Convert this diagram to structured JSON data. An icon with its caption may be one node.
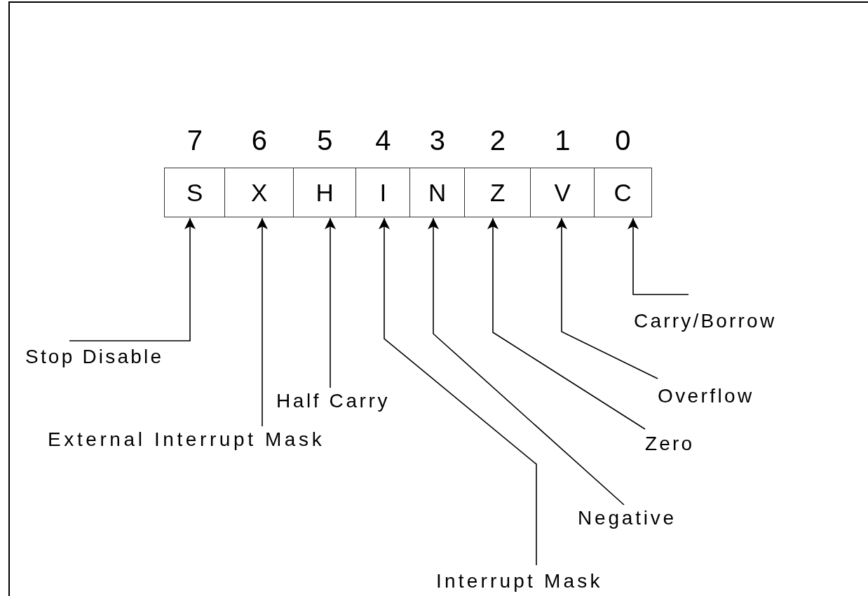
{
  "diagram": {
    "nodes": [
      {
        "text": [
          "S"
        ],
        "beside": [
          "7"
        ]
      },
      {
        "text": [
          "X"
        ],
        "beside": [
          "6"
        ]
      },
      {
        "text": [
          "H"
        ],
        "beside": [
          "5"
        ]
      },
      {
        "text": [
          "I"
        ],
        "beside": [
          "4"
        ]
      },
      {
        "text": [
          "N"
        ],
        "beside": [
          "3"
        ]
      },
      {
        "text": [
          "Z"
        ],
        "beside": [
          "2"
        ]
      },
      {
        "text": [
          "V"
        ],
        "beside": [
          "1"
        ]
      },
      {
        "text": [
          "C"
        ],
        "beside": [
          "0"
        ]
      },
      {
        "text": [
          "Stop Disable"
        ]
      },
      {
        "text": [
          "External Interrupt Mask"
        ]
      },
      {
        "text": [
          "Half Carry"
        ]
      },
      {
        "text": [
          "Interrupt Mask"
        ]
      },
      {
        "text": [
          "Negative"
        ]
      },
      {
        "text": [
          "Zero"
        ]
      },
      {
        "text": [
          "Overflow"
        ]
      },
      {
        "text": [
          "Carry/Borrow"
        ]
      }
    ],
    "edges": [
      {
        "from": 8,
        "to": 0,
        "arrow": "to"
      },
      {
        "from": 9,
        "to": 1,
        "arrow": "to"
      },
      {
        "from": 10,
        "to": 2,
        "arrow": "to"
      },
      {
        "from": 11,
        "to": 3,
        "arrow": "to"
      },
      {
        "from": 12,
        "to": 4,
        "arrow": "to"
      },
      {
        "from": 13,
        "to": 5,
        "arrow": "to"
      },
      {
        "from": 14,
        "to": 6,
        "arrow": "to"
      },
      {
        "from": 15,
        "to": 7,
        "arrow": "to"
      }
    ]
  }
}
